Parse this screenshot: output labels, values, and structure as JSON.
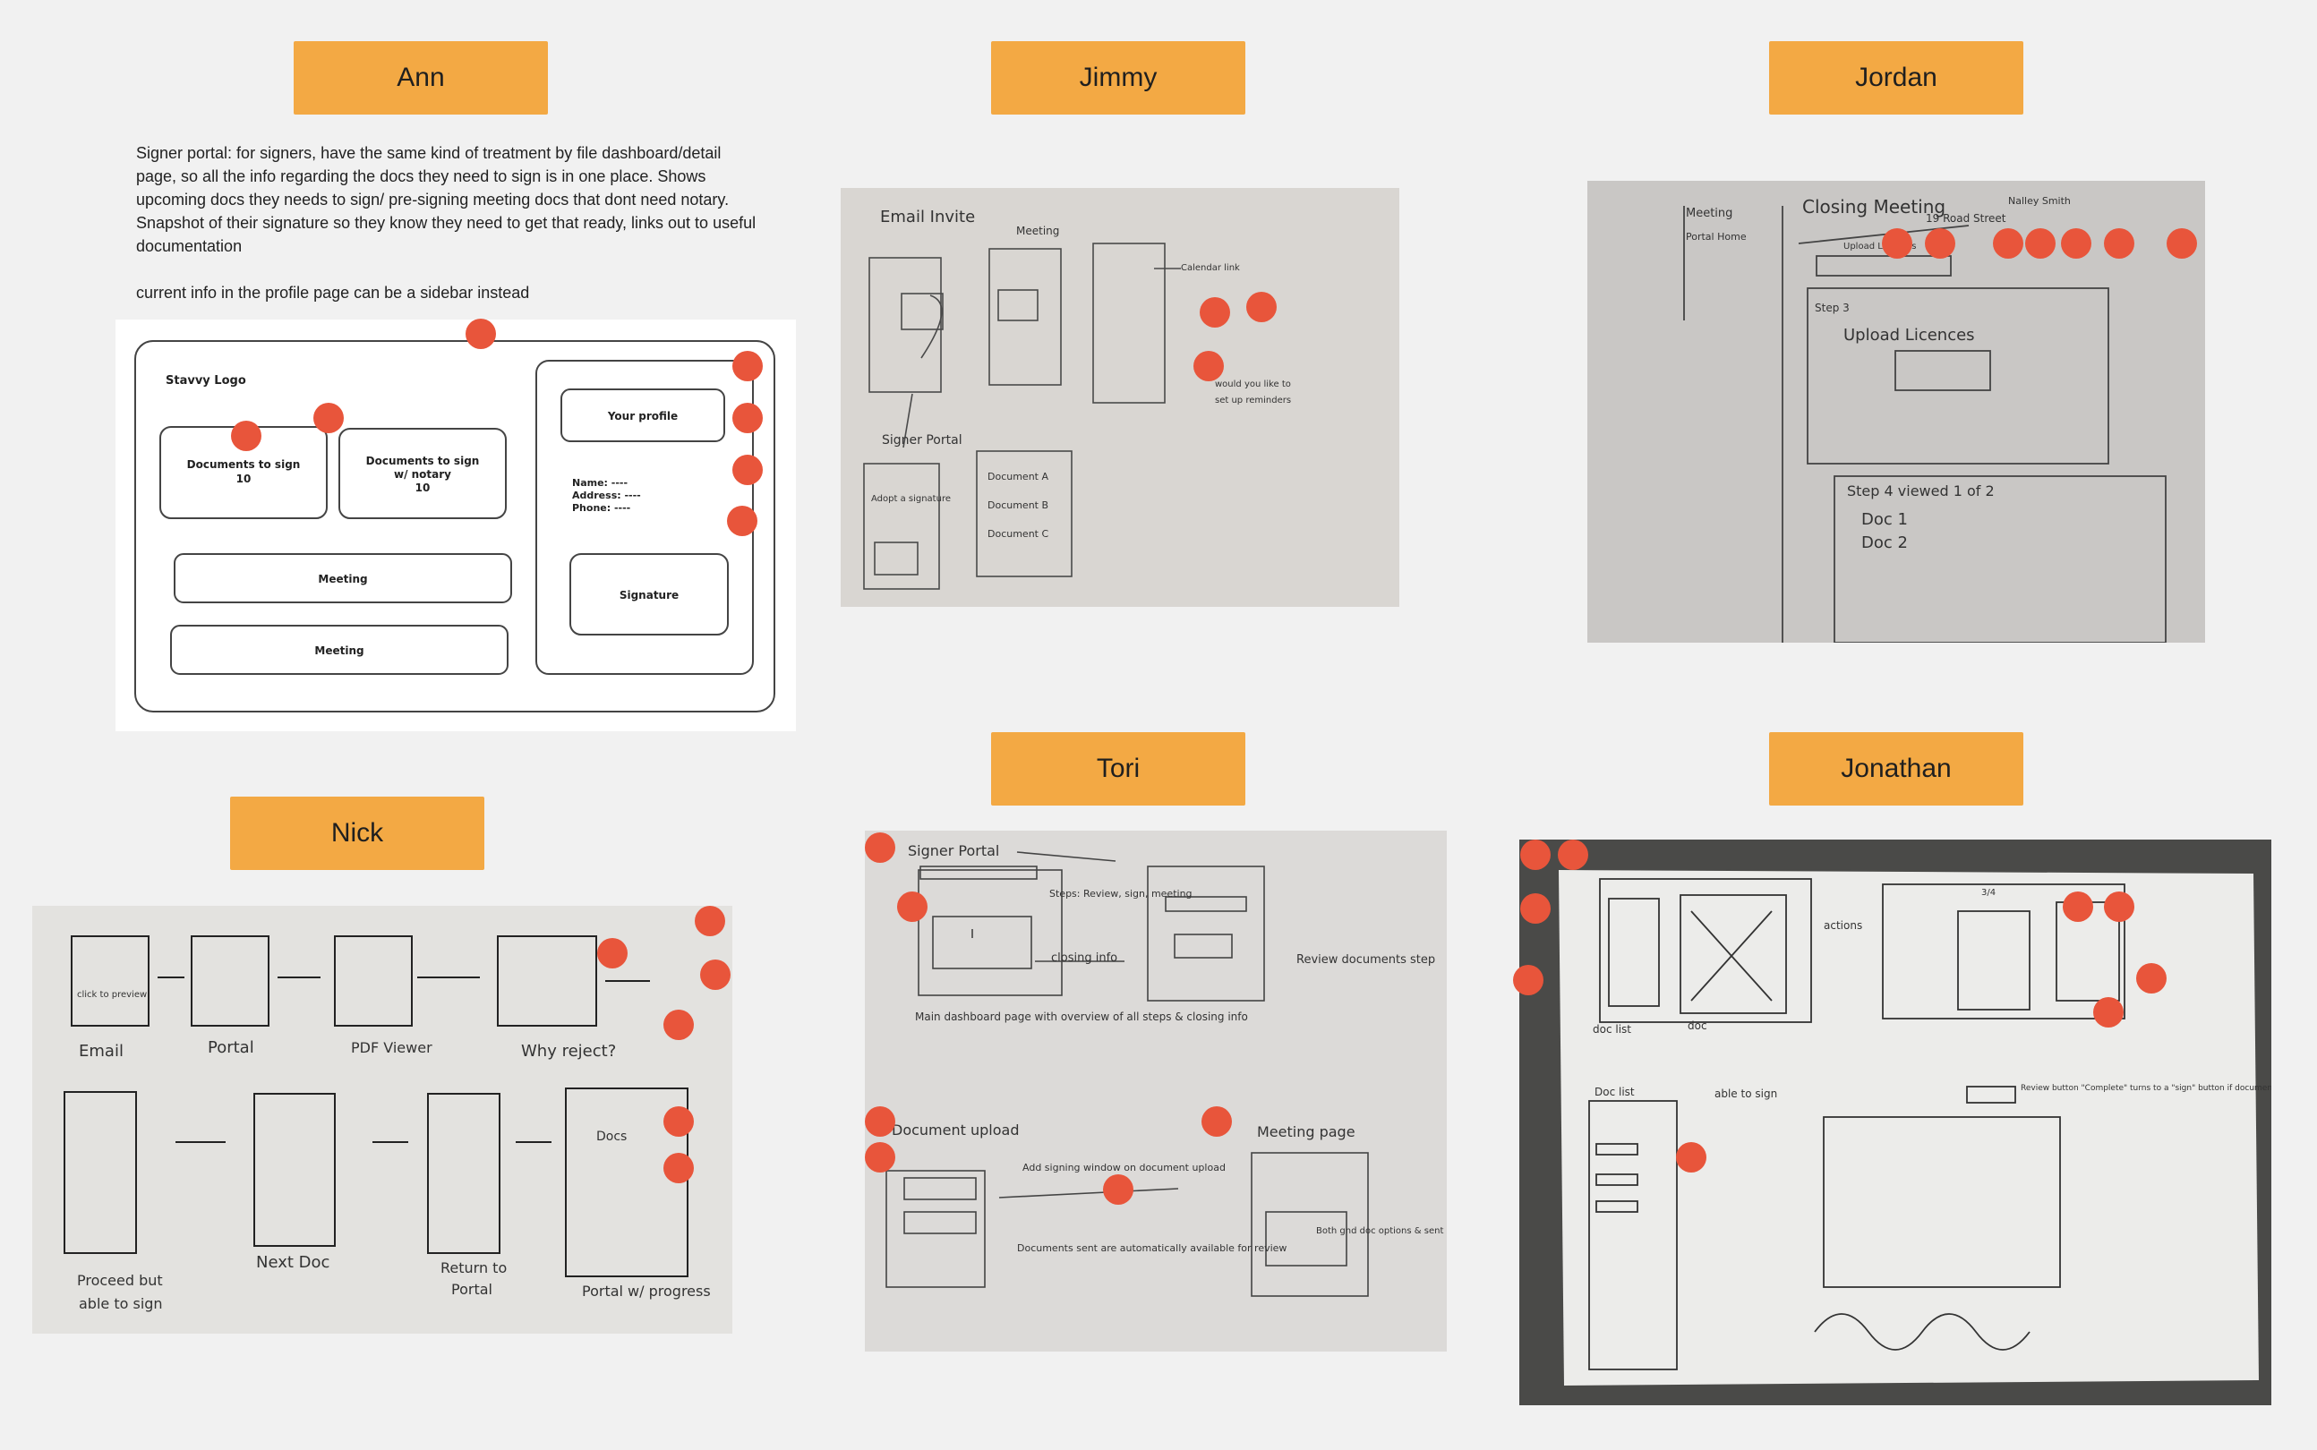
{
  "board": {
    "names": {
      "ann": "Ann",
      "jimmy": "Jimmy",
      "jordan": "Jordan",
      "nick": "Nick",
      "tori": "Tori",
      "jonathan": "Jonathan"
    },
    "ann_notes": [
      "Signer portal: for signers, have the same kind of treatment by file dashboard/detail",
      "page, so all the info regarding the docs they need to sign is in one place. Shows",
      "upcoming docs they needs to sign/ pre-signing meeting docs that dont need notary.",
      "Snapshot of their signature so they know they need to get that ready, links out to useful",
      "documentation",
      "current info in the profile page can be a sidebar instead"
    ],
    "dot_color": "#e8553b",
    "label_color": "#f3a944"
  },
  "ann_wireframe": {
    "logo": "Stavvy Logo",
    "card1_l1": "Documents to sign",
    "card1_l2": "10",
    "card2_l1": "Documents to sign",
    "card2_l2": "w/ notary",
    "card2_l3": "10",
    "meeting1": "Meeting",
    "meeting2": "Meeting",
    "profile": "Your profile",
    "name": "Name: ----",
    "address": "Address: ----",
    "phone": "Phone: ----",
    "signature": "Signature"
  },
  "jimmy_sketch": {
    "email": "Email Invite",
    "meeting": "Meeting",
    "signer": "Signer Portal",
    "calendar": "Calendar link",
    "would": "would you like to",
    "setup": "set up reminders",
    "doc_a": "Document A",
    "doc_b": "Document B",
    "doc_c": "Document C",
    "adopt": "Adopt a signature"
  },
  "jordan_sketch": {
    "meeting": "Meeting",
    "portal_home": "Portal Home",
    "closing": "Closing Meeting",
    "address": "19 Road Street",
    "user": "Nalley Smith",
    "upload": "Upload Licences",
    "step3": "Step 3",
    "step4": "Step 4  viewed 1 of 2",
    "doc1": "Doc 1",
    "doc2": "Doc 2"
  },
  "nick_sketch": {
    "email": "Email",
    "portal": "Portal",
    "pdf": "PDF Viewer",
    "why": "Why reject?",
    "proceed": "Proceed but",
    "able": "able to sign",
    "next": "Next Doc",
    "return": "Return to",
    "portal2": "Portal",
    "progress": "Portal w/ progress",
    "click": "click to preview",
    "docs": "Docs"
  },
  "tori_sketch": {
    "title": "Signer Portal",
    "steps": "Steps: Review, sign, meeting",
    "closing": "closing info",
    "main": "Main dashboard page with overview of all steps & closing info",
    "review": "Review documents step",
    "doc_upload": "Document upload",
    "add": "Add signing window on document upload",
    "sent": "Documents sent are automatically available for review",
    "meeting": "Meeting page",
    "both": "Both gnd doc options & sent status"
  },
  "jonathan_sketch": {
    "doc_list": "doc list",
    "doc": "doc",
    "actions": "actions",
    "doc_list2": "Doc list",
    "able": "able to sign",
    "review": "Review button \"Complete\" turns to a \"sign\" button if document is signable",
    "page": "3/4"
  }
}
